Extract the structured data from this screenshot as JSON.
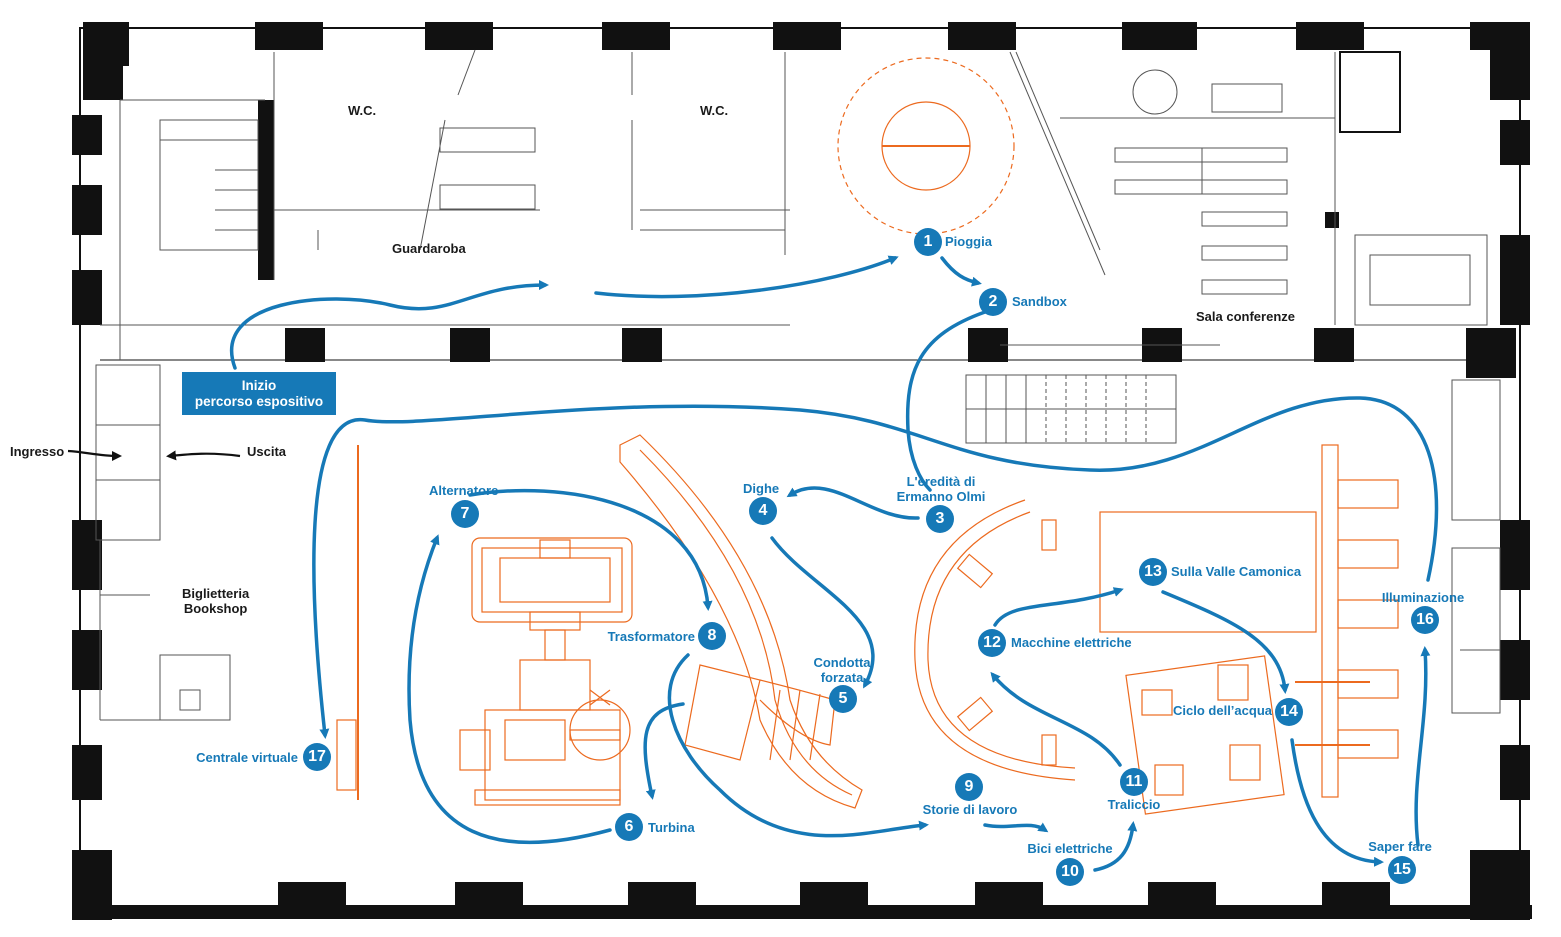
{
  "rooms": {
    "wc_left": "W.C.",
    "wc_right": "W.C.",
    "guardaroba": "Guardaroba",
    "sala_conferenze": "Sala conferenze",
    "biglietteria": "Biglietteria",
    "bookshop": "Bookshop"
  },
  "entrance": {
    "start_line1": "Inizio",
    "start_line2": "percorso espositivo",
    "ingresso": "Ingresso",
    "uscita": "Uscita"
  },
  "stations": [
    {
      "num": "1",
      "label": "Pioggia"
    },
    {
      "num": "2",
      "label": "Sandbox"
    },
    {
      "num": "3",
      "label_line1": "L'eredità di",
      "label_line2": "Ermanno Olmi"
    },
    {
      "num": "4",
      "label": "Dighe"
    },
    {
      "num": "5",
      "label_line1": "Condotta",
      "label_line2": "forzata"
    },
    {
      "num": "6",
      "label": "Turbina"
    },
    {
      "num": "7",
      "label": "Alternatore"
    },
    {
      "num": "8",
      "label": "Trasformatore"
    },
    {
      "num": "9",
      "label": "Storie di lavoro"
    },
    {
      "num": "10",
      "label": "Bici elettriche"
    },
    {
      "num": "11",
      "label": "Traliccio"
    },
    {
      "num": "12",
      "label": "Macchine elettriche"
    },
    {
      "num": "13",
      "label": "Sulla Valle Camonica"
    },
    {
      "num": "14",
      "label": "Ciclo dell’acqua"
    },
    {
      "num": "15",
      "label": "Saper fare"
    },
    {
      "num": "16",
      "label": "Illuminazione"
    },
    {
      "num": "17",
      "label": "Centrale virtuale"
    }
  ],
  "colors": {
    "route": "#1679b7",
    "exhibits": "#ec6a1f",
    "walls": "#111111",
    "lines": "#555555"
  }
}
